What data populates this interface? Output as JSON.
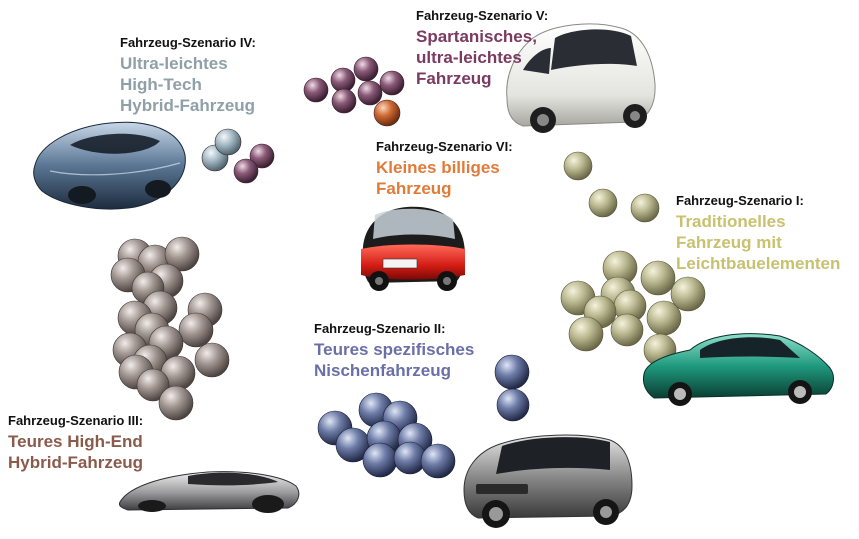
{
  "colors": {
    "scenario_i": "#c8c170",
    "scenario_ii": "#6a6fa8",
    "scenario_iii": "#8a5a4a",
    "scenario_iv": "#8fa0a8",
    "scenario_v": "#7a3a62",
    "scenario_vi": "#e07b3a",
    "sphere_brown": "#8c807c",
    "sphere_olive": "#b4b288",
    "sphere_blue": "#5c6a94",
    "sphere_plum": "#7a4e68",
    "sphere_lightblue": "#9ab0bc",
    "sphere_orange": "#c9602e"
  },
  "scenarios": {
    "iv": {
      "heading": "Fahrzeug-Szenario IV:",
      "lines": [
        "Ultra-leichtes",
        "High-Tech",
        "Hybrid-Fahrzeug"
      ]
    },
    "v": {
      "heading": "Fahrzeug-Szenario V:",
      "lines": [
        "Spartanisches,",
        "ultra-leichtes",
        "Fahrzeug"
      ]
    },
    "vi": {
      "heading": "Fahrzeug-Szenario VI:",
      "lines": [
        "Kleines billiges",
        "Fahrzeug"
      ]
    },
    "i": {
      "heading": "Fahrzeug-Szenario I:",
      "lines": [
        "Traditionelles",
        "Fahrzeug mit",
        "Leichtbauelementen"
      ]
    },
    "ii": {
      "heading": "Fahrzeug-Szenario II:",
      "lines": [
        "Teures spezifisches",
        "Nischenfahrzeug"
      ]
    },
    "iii": {
      "heading": "Fahrzeug-Szenario III:",
      "lines": [
        "Teures High-End",
        "Hybrid-Fahrzeug"
      ]
    }
  },
  "icons": {
    "car_iv": "concept-car-icon",
    "car_v": "compact-car-icon",
    "car_vi": "smart-car-icon",
    "car_i": "sedan-car-icon",
    "car_ii": "suv-car-icon",
    "car_iii": "streamliner-car-icon"
  }
}
